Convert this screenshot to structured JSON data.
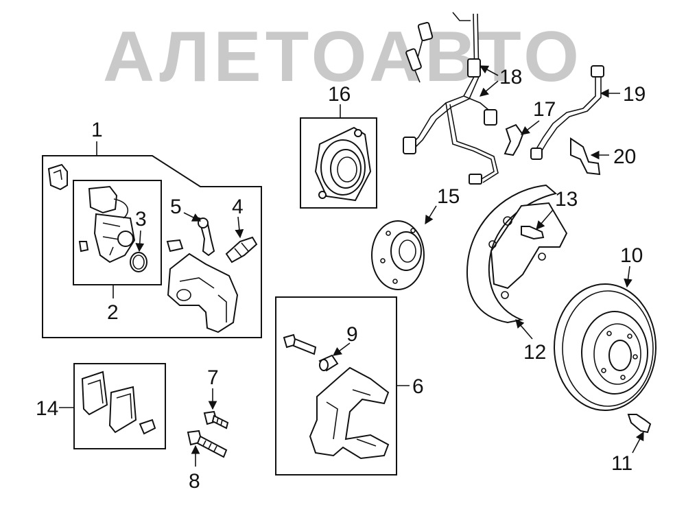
{
  "watermark": {
    "text": "АЛЕТОАВТО",
    "color": "#c9c9c9"
  },
  "callouts": {
    "c1": "1",
    "c2": "2",
    "c3": "3",
    "c4": "4",
    "c5": "5",
    "c6": "6",
    "c7": "7",
    "c8": "8",
    "c9": "9",
    "c10": "10",
    "c11": "11",
    "c12": "12",
    "c13": "13",
    "c14": "14",
    "c15": "15",
    "c16": "16",
    "c17": "17",
    "c18": "18",
    "c19": "19",
    "c20": "20"
  },
  "colors": {
    "line": "#111111",
    "background": "#ffffff"
  }
}
